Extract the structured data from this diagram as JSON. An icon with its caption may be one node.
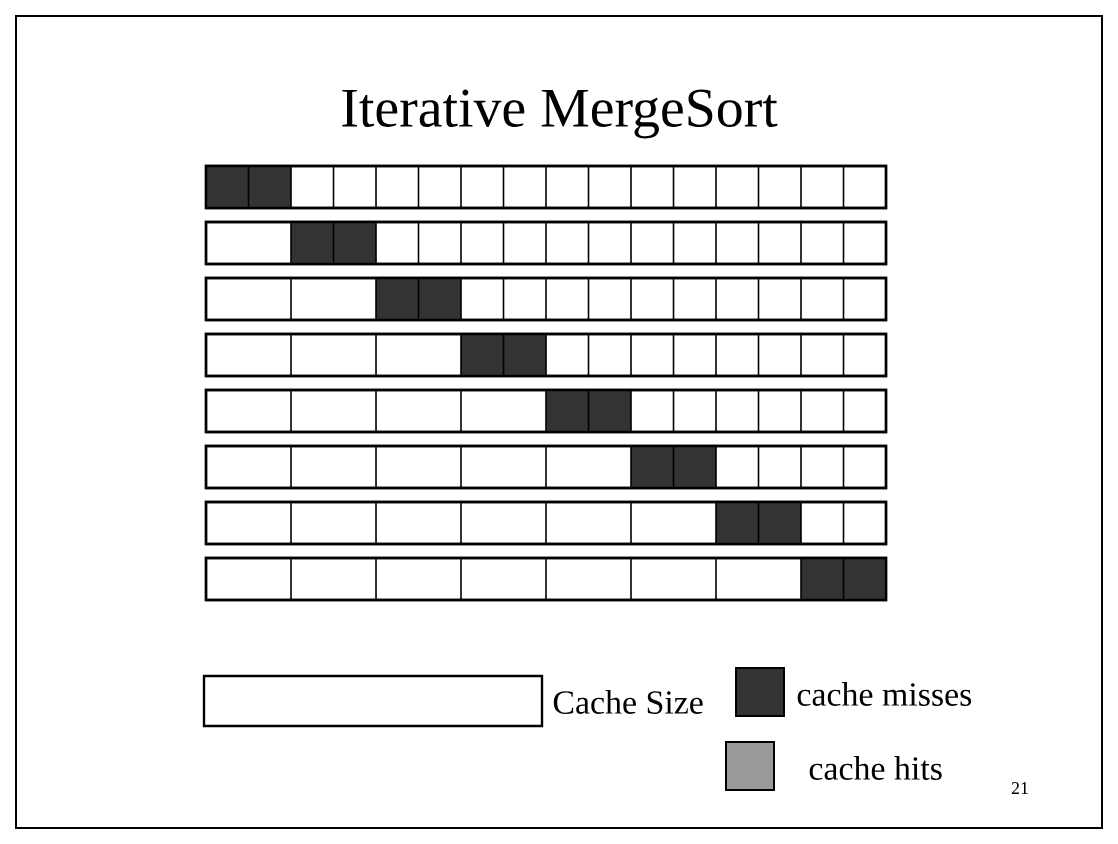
{
  "diagram": {
    "title": "Iterative MergeSort",
    "labels": [
      "21"
    ],
    "legend": [
      {
        "text": "Cache Size"
      },
      {
        "text": "cache misses",
        "color": "#333333"
      },
      {
        "text": "cache hits",
        "color": "#999999"
      }
    ]
  }
}
